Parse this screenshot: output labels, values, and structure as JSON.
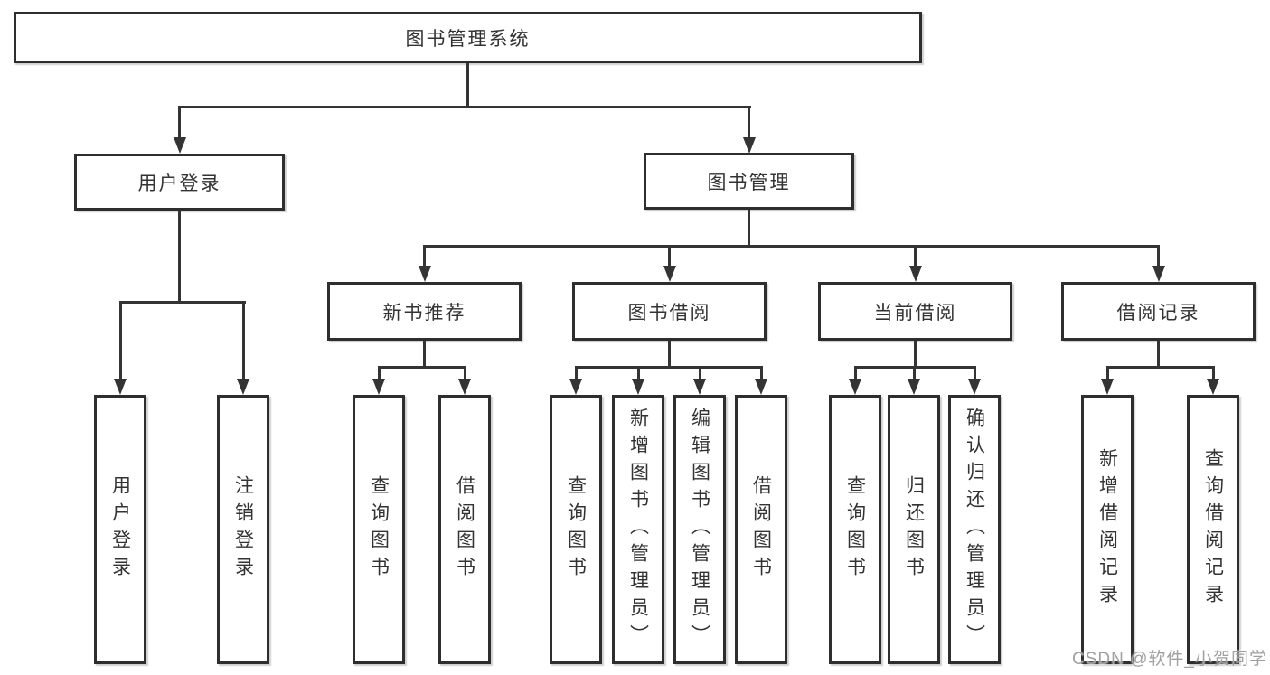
{
  "diagram": {
    "type": "hierarchy-tree",
    "colors": {
      "line": "#343434",
      "box_border": "#2e2e2e",
      "box_fill": "#ffffff",
      "text": "#333333",
      "watermark": "#a0a0a0"
    },
    "tree": {
      "root": {
        "label": "图书管理系统"
      },
      "branches": [
        {
          "label": "用户登录",
          "leaves": [
            {
              "label": "用户登录"
            },
            {
              "label": "注销登录"
            }
          ]
        },
        {
          "label": "图书管理",
          "groups": [
            {
              "label": "新书推荐",
              "leaves": [
                {
                  "label": "查询图书"
                },
                {
                  "label": "借阅图书"
                }
              ]
            },
            {
              "label": "图书借阅",
              "leaves": [
                {
                  "label": "查询图书"
                },
                {
                  "label": "新增图书（管理员）"
                },
                {
                  "label": "编辑图书（管理员）"
                },
                {
                  "label": "借阅图书"
                }
              ]
            },
            {
              "label": "当前借阅",
              "leaves": [
                {
                  "label": "查询图书"
                },
                {
                  "label": "归还图书"
                },
                {
                  "label": "确认归还（管理员）"
                }
              ]
            },
            {
              "label": "借阅记录",
              "leaves": [
                {
                  "label": "新增借阅记录"
                },
                {
                  "label": "查询借阅记录"
                }
              ]
            }
          ]
        }
      ]
    }
  },
  "watermark": {
    "text": "CSDN @软件_小贺同学"
  }
}
